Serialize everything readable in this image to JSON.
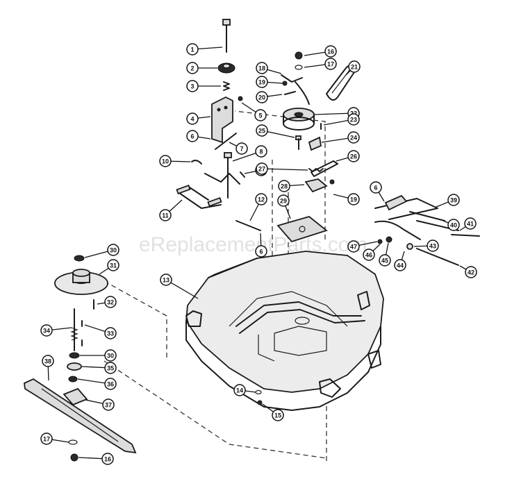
{
  "watermark": "eReplacementParts.com",
  "callouts": [
    {
      "label": "1"
    },
    {
      "label": "2"
    },
    {
      "label": "3"
    },
    {
      "label": "4"
    },
    {
      "label": "5"
    },
    {
      "label": "6"
    },
    {
      "label": "7"
    },
    {
      "label": "8"
    },
    {
      "label": "9"
    },
    {
      "label": "10"
    },
    {
      "label": "11"
    },
    {
      "label": "12"
    },
    {
      "label": "6"
    },
    {
      "label": "13"
    },
    {
      "label": "14"
    },
    {
      "label": "15"
    },
    {
      "label": "16"
    },
    {
      "label": "17"
    },
    {
      "label": "18"
    },
    {
      "label": "19"
    },
    {
      "label": "20"
    },
    {
      "label": "21"
    },
    {
      "label": "22"
    },
    {
      "label": "23"
    },
    {
      "label": "25"
    },
    {
      "label": "24"
    },
    {
      "label": "26"
    },
    {
      "label": "27"
    },
    {
      "label": "28"
    },
    {
      "label": "19"
    },
    {
      "label": "29"
    },
    {
      "label": "6"
    },
    {
      "label": "39"
    },
    {
      "label": "40"
    },
    {
      "label": "41"
    },
    {
      "label": "47"
    },
    {
      "label": "46"
    },
    {
      "label": "45"
    },
    {
      "label": "43"
    },
    {
      "label": "44"
    },
    {
      "label": "42"
    },
    {
      "label": "30"
    },
    {
      "label": "31"
    },
    {
      "label": "32"
    },
    {
      "label": "34"
    },
    {
      "label": "33"
    },
    {
      "label": "30"
    },
    {
      "label": "35"
    },
    {
      "label": "36"
    },
    {
      "label": "37"
    },
    {
      "label": "38"
    },
    {
      "label": "17"
    },
    {
      "label": "16"
    }
  ]
}
